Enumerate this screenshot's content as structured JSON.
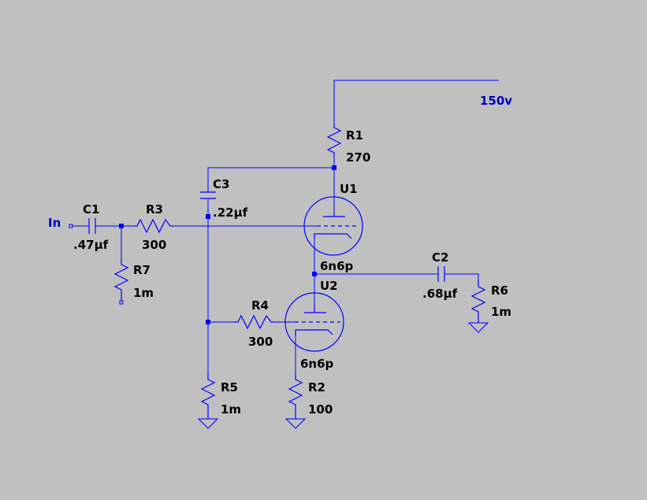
{
  "nets": {
    "supply": "150v",
    "input": "In"
  },
  "components": {
    "R1": {
      "ref": "R1",
      "value": "270"
    },
    "R2": {
      "ref": "R2",
      "value": "100"
    },
    "R3": {
      "ref": "R3",
      "value": "300"
    },
    "R4": {
      "ref": "R4",
      "value": "300"
    },
    "R5": {
      "ref": "R5",
      "value": "1m"
    },
    "R6": {
      "ref": "R6",
      "value": "1m"
    },
    "R7": {
      "ref": "R7",
      "value": "1m"
    },
    "C1": {
      "ref": "C1",
      "value": ".47μf"
    },
    "C2": {
      "ref": "C2",
      "value": ".68μf"
    },
    "C3": {
      "ref": "C3",
      "value": ".22μf"
    },
    "U1": {
      "ref": "U1",
      "value": "6n6p"
    },
    "U2": {
      "ref": "U2",
      "value": "6n6p"
    }
  },
  "colors": {
    "background": "#c0c0c0",
    "wire": "#0000ff",
    "label": "#000000",
    "net_label": "#0000c0"
  }
}
